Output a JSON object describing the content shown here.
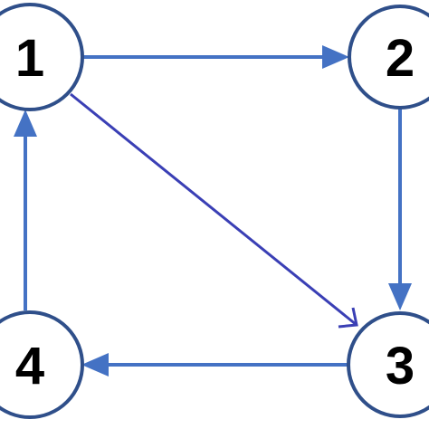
{
  "colors": {
    "node_stroke": "#2f4f8a",
    "edge": "#4472c4",
    "edge_diagonal": "#3a3fb5",
    "label": "#000000",
    "background": "#ffffff"
  },
  "nodes": [
    {
      "id": "1",
      "label": "1"
    },
    {
      "id": "2",
      "label": "2"
    },
    {
      "id": "3",
      "label": "3"
    },
    {
      "id": "4",
      "label": "4"
    }
  ],
  "edges": [
    {
      "from": "1",
      "to": "2",
      "style": "filled-arrow"
    },
    {
      "from": "2",
      "to": "3",
      "style": "filled-arrow"
    },
    {
      "from": "3",
      "to": "4",
      "style": "filled-arrow"
    },
    {
      "from": "4",
      "to": "1",
      "style": "filled-arrow"
    },
    {
      "from": "1",
      "to": "3",
      "style": "open-arrow"
    }
  ]
}
